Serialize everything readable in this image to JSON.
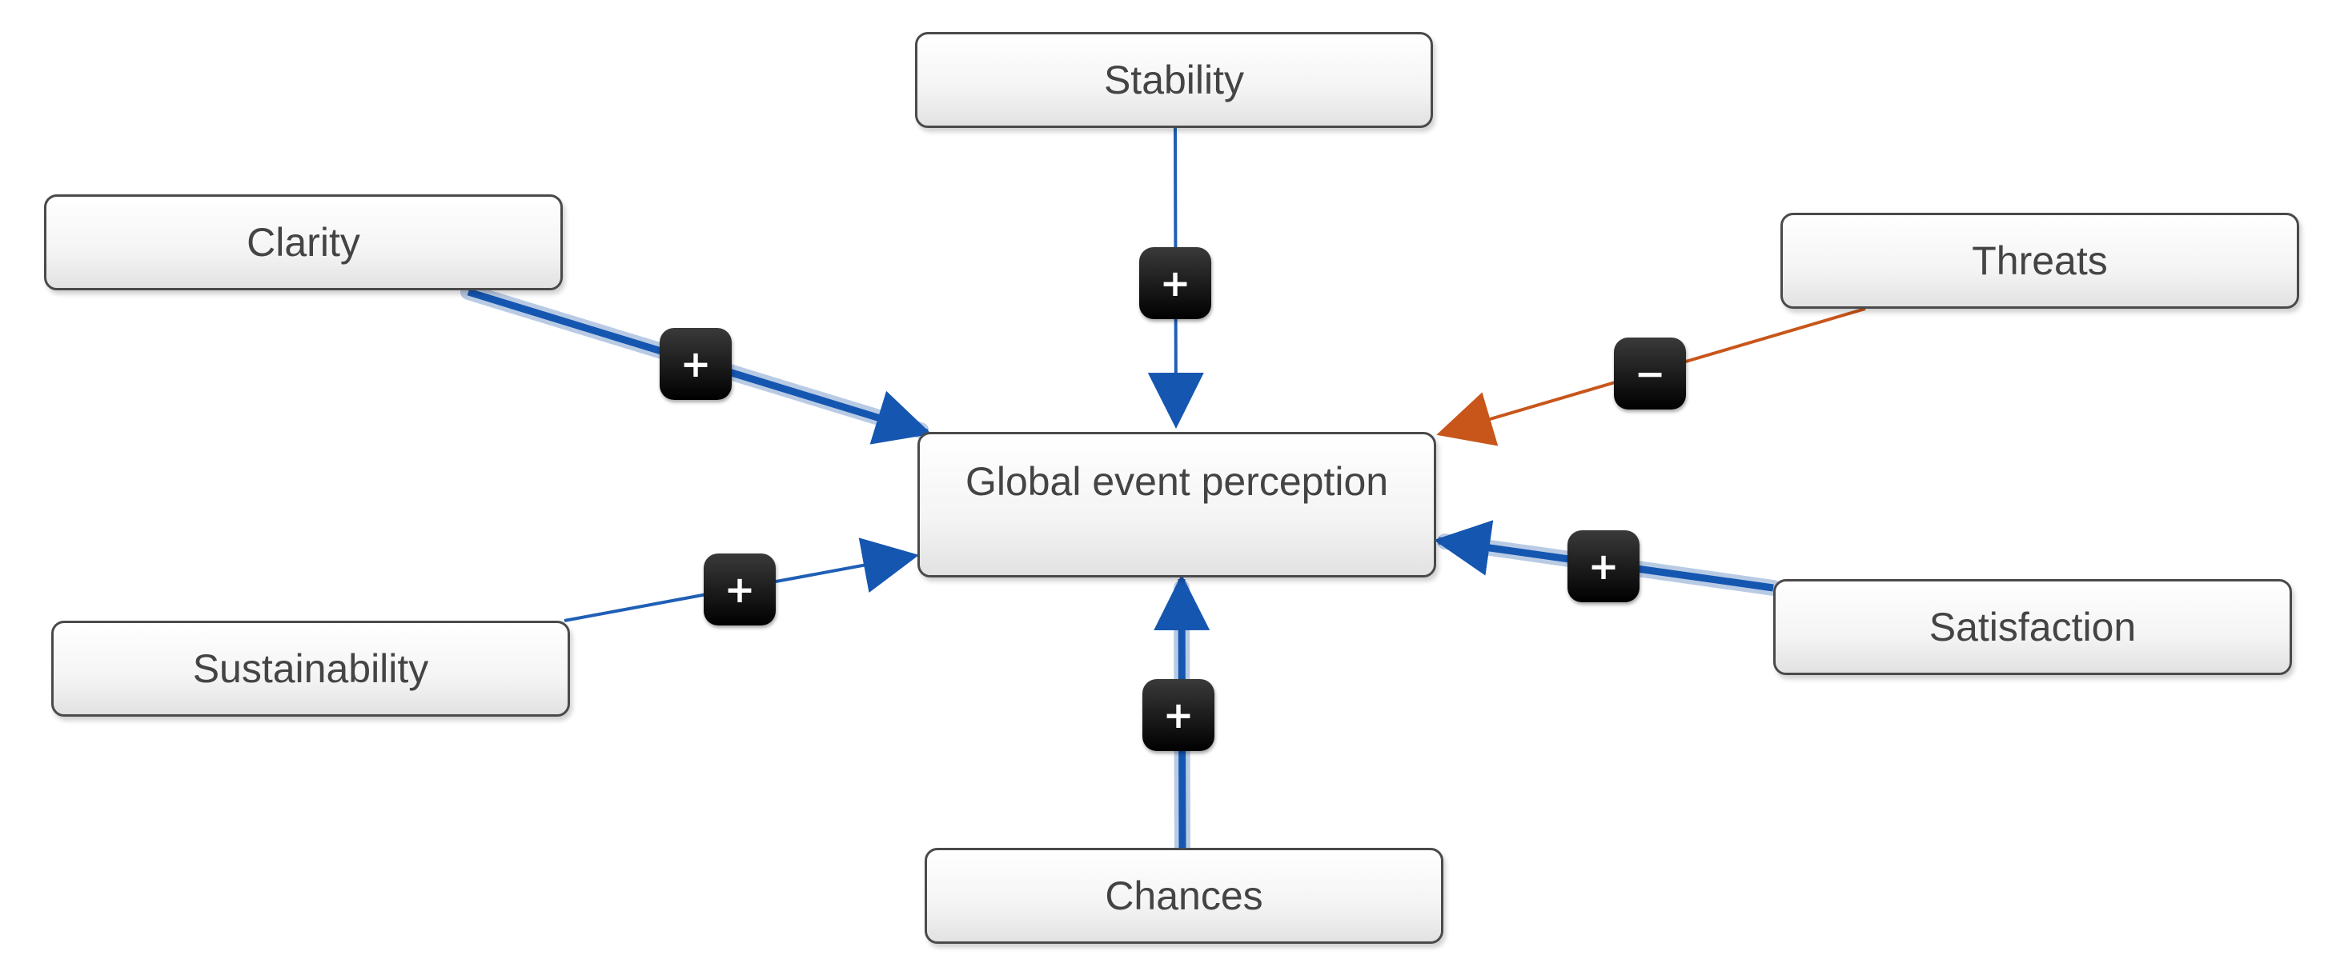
{
  "nodes": {
    "stability": "Stability",
    "clarity": "Clarity",
    "threats": "Threats",
    "global": "Global event perception",
    "sustainability": "Sustainability",
    "satisfaction": "Satisfaction",
    "chances": "Chances"
  },
  "links": [
    {
      "from": "stability",
      "sign": "+",
      "strength": "weak",
      "color": "#1f5fb5"
    },
    {
      "from": "clarity",
      "sign": "+",
      "strength": "strong",
      "color": "#1f5fb5"
    },
    {
      "from": "threats",
      "sign": "−",
      "strength": "weak",
      "color": "#c8561b"
    },
    {
      "from": "sustainability",
      "sign": "+",
      "strength": "weak",
      "color": "#1f5fb5"
    },
    {
      "from": "satisfaction",
      "sign": "+",
      "strength": "strong",
      "color": "#1f5fb5"
    },
    {
      "from": "chances",
      "sign": "+",
      "strength": "strong",
      "color": "#1f5fb5"
    }
  ],
  "colors": {
    "positive": "#1f5fb5",
    "negative": "#c8561b",
    "badge": "#000000",
    "node_border": "#4a4a4a"
  }
}
